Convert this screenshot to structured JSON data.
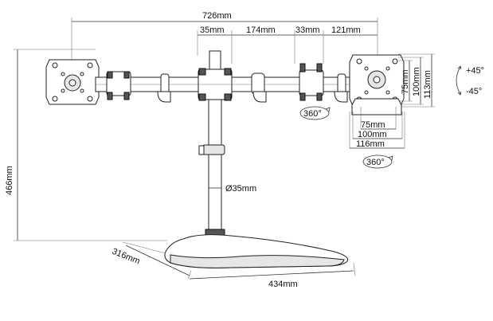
{
  "dimensions": {
    "total_width": "726mm",
    "pole_to_clamp": "35mm",
    "arm_middle": "174mm",
    "arm_clamp": "33mm",
    "arm_end": "121mm",
    "total_height": "466mm",
    "pole_diameter": "Ø35mm",
    "base_depth": "316mm",
    "base_width": "434mm",
    "vesa_75": "75mm",
    "vesa_100": "100mm",
    "vesa_113": "113mm",
    "vesa_h_75": "75mm",
    "vesa_h_100": "100mm",
    "vesa_h_116": "116mm"
  },
  "rotation": {
    "tilt_up": "+45°",
    "tilt_down": "-45°",
    "swivel_arm": "360°",
    "rotate_plate": "360°"
  }
}
